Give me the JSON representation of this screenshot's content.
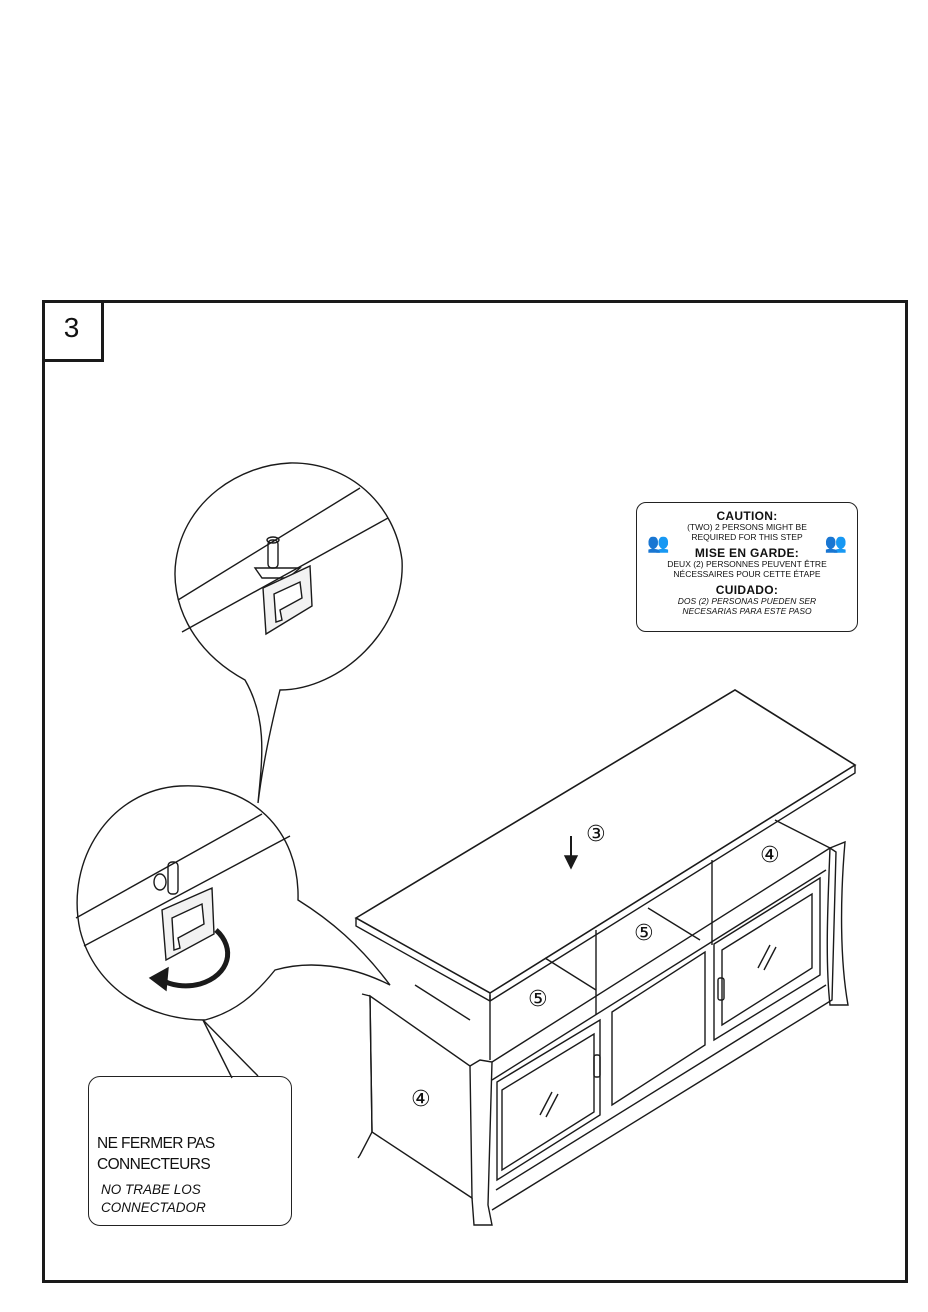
{
  "step": {
    "number": "3"
  },
  "caution": {
    "en_title": "CAUTION:",
    "en_line1": "(TWO) 2 PERSONS MIGHT BE",
    "en_line2": "REQUIRED FOR THIS STEP",
    "fr_title": "MISE EN GARDE:",
    "fr_line1": "DEUX (2) PERSONNES PEUVENT ÊTRE",
    "fr_line2": "NÉCESSAIRES POUR CETTE ÉTAPE",
    "es_title": "CUIDADO:",
    "es_line1": "DOS (2) PERSONAS PUEDEN SER",
    "es_line2": "NECESARIAS PARA ESTE PASO"
  },
  "note": {
    "fr_line1": "NE FERMER PAS",
    "fr_line2": "CONNECTEURS",
    "es_line1": "NO TRABE LOS",
    "es_line2": "CONNECTADOR"
  },
  "parts": {
    "top": "③",
    "side_left": "④",
    "side_right": "④",
    "shelf_center": "⑤",
    "shelf_left": "⑤"
  }
}
